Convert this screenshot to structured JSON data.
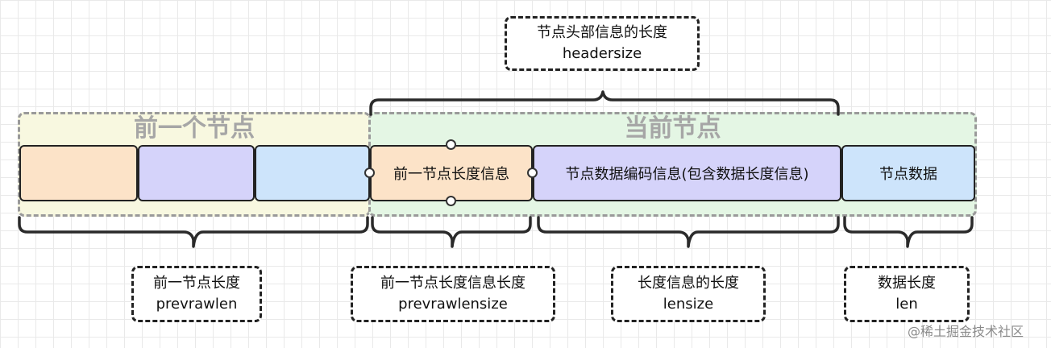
{
  "groups": {
    "previous_node": "前一个节点",
    "current_node": "当前节点"
  },
  "cells": {
    "prev_len_info": "前一节点长度信息",
    "encoding_info": "节点数据编码信息(包含数据长度信息)",
    "node_data": "节点数据"
  },
  "notes": {
    "header": {
      "title": "节点头部信息的长度",
      "field": "headersize"
    },
    "prevrawlen": {
      "title": "前一节点长度",
      "field": "prevrawlen"
    },
    "prevrawlensize": {
      "title": "前一节点长度信息长度",
      "field": "prevrawlensize"
    },
    "lensize": {
      "title": "长度信息的长度",
      "field": "lensize"
    },
    "len": {
      "title": "数据长度",
      "field": "len"
    }
  },
  "watermark": "@稀土掘金技术社区"
}
